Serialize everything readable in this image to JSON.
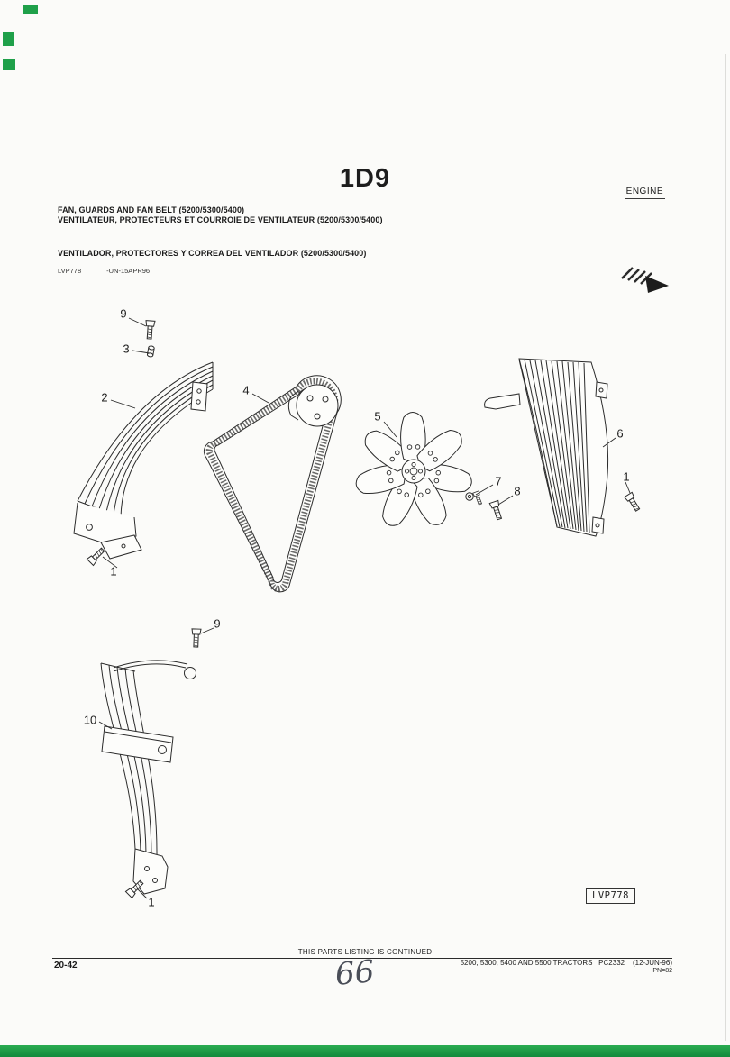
{
  "page": {
    "section_code": "1D9",
    "section_label": "ENGINE",
    "titles": {
      "en": "FAN, GUARDS AND FAN BELT (5200/5300/5400)",
      "fr": "VENTILATEUR, PROTECTEURS ET COURROIE DE VENTILATEUR (5200/5300/5400)",
      "es": "VENTILADOR, PROTECTORES Y CORREA DEL VENTILADOR (5200/5300/5400)"
    },
    "figure_ref": "LVP778",
    "figure_meta": "-UN-15APR96"
  },
  "figure": {
    "label_box": "LVP778",
    "callouts": [
      {
        "n": "9"
      },
      {
        "n": "3"
      },
      {
        "n": "2"
      },
      {
        "n": "1"
      },
      {
        "n": "4"
      },
      {
        "n": "5"
      },
      {
        "n": "7"
      },
      {
        "n": "8"
      },
      {
        "n": "6"
      },
      {
        "n": "1"
      },
      {
        "n": "9"
      },
      {
        "n": "10"
      },
      {
        "n": "1"
      }
    ]
  },
  "footer": {
    "page_number": "20-42",
    "continued_note": "THIS PARTS LISTING IS CONTINUED",
    "right_line": "5200, 5300, 5400 AND 5500 TRACTORS   PC2332    (12-JUN-96)",
    "pn": "PN=82",
    "handwritten_number": "66"
  },
  "colors": {
    "scan_mark_green": "#1fa04a",
    "ink": "#222222",
    "paper": "#fbfbf9",
    "handwriting": "#4a4e58"
  }
}
